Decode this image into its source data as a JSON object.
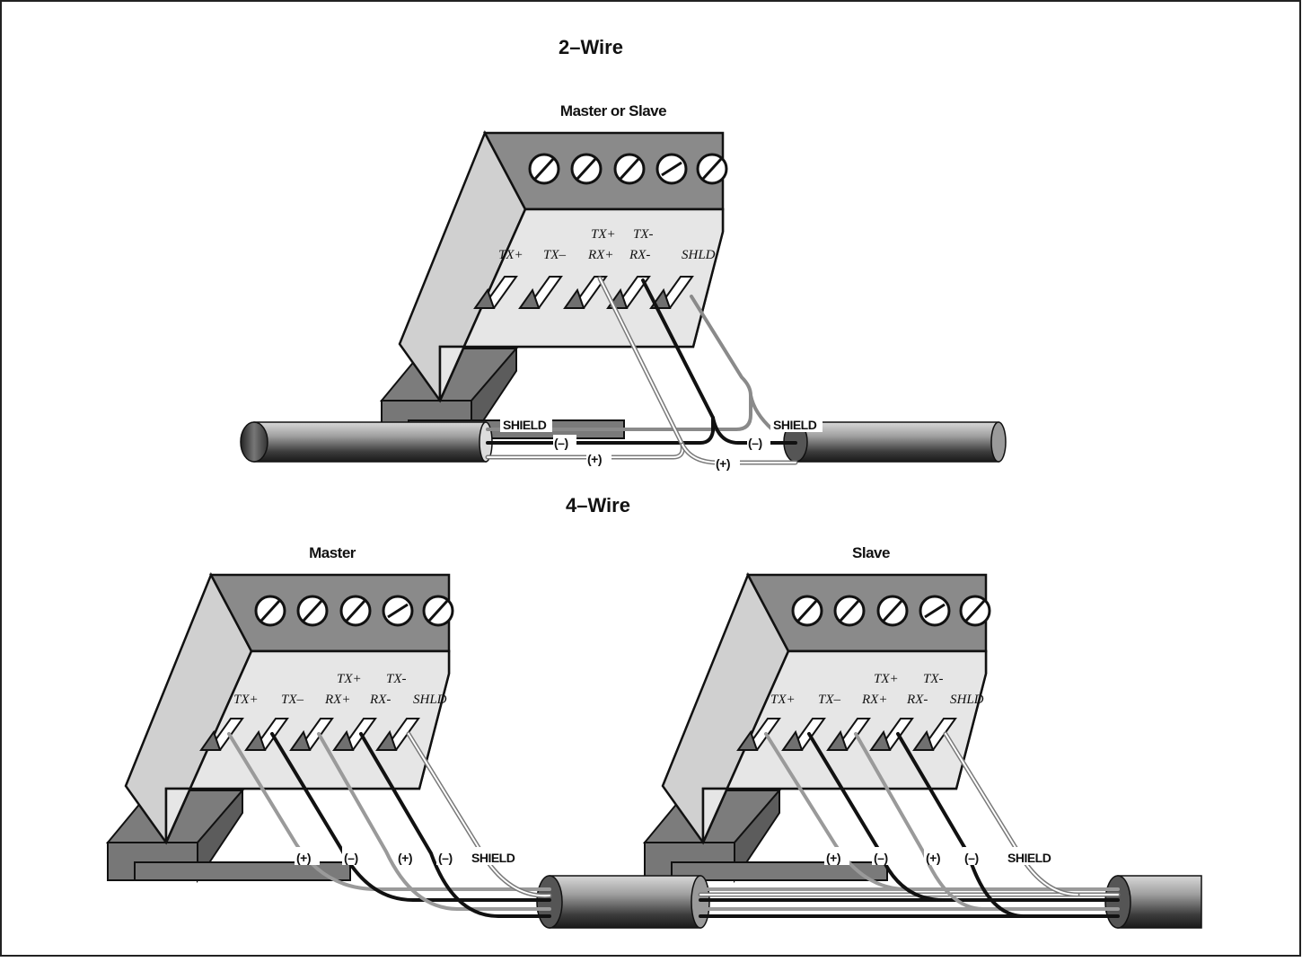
{
  "two_wire": {
    "title": "2–Wire",
    "device_label": "Master or Slave",
    "terminals": [
      "TX+",
      "TX–",
      "RX+",
      "RX-",
      "SHLD"
    ],
    "terminal_upper": [
      "",
      "",
      "TX+",
      "TX-",
      ""
    ],
    "labels": {
      "shield_left": "SHIELD",
      "shield_right": "SHIELD",
      "minus_left": "(–)",
      "minus_right": "(–)",
      "plus_left": "(+)",
      "plus_right": "(+)"
    }
  },
  "four_wire": {
    "title": "4–Wire",
    "master_label": "Master",
    "slave_label": "Slave",
    "terminals": [
      "TX+",
      "TX–",
      "RX+",
      "RX-",
      "SHLD"
    ],
    "terminal_upper": [
      "",
      "",
      "TX+",
      "TX-",
      ""
    ],
    "master_wire_labels": [
      "(+)",
      "(–)",
      "(+)",
      "(–)",
      "SHIELD"
    ],
    "slave_wire_labels": [
      "(+)",
      "(–)",
      "(+)",
      "(–)",
      "SHIELD"
    ]
  },
  "colors": {
    "dark_gray": "#6e6e6e",
    "mid_gray": "#8f8f8f",
    "light_face": "#e6e6e6",
    "wire_black": "#111111",
    "wire_gray": "#9a9a9a"
  }
}
